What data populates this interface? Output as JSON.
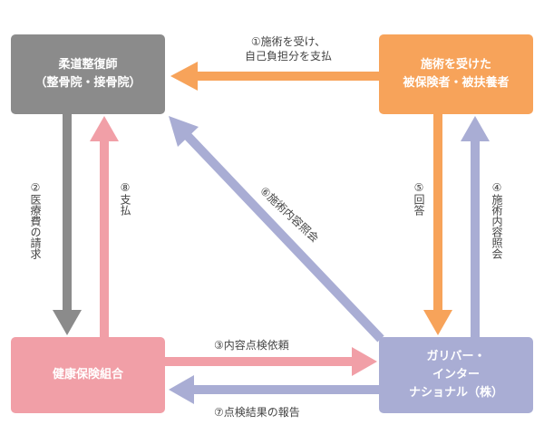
{
  "nodes": {
    "judo": {
      "line1": "柔道整復師",
      "line2": "（整骨院・接骨院）",
      "color": "#8b8b8b"
    },
    "insured": {
      "line1": "施術を受けた",
      "line2": "被保険者・被扶養者",
      "color": "#f7a35a"
    },
    "kumiai": {
      "line1": "健康保険組合",
      "color": "#f19fa7"
    },
    "gulliver": {
      "line1": "ガリバー・",
      "line2": "インター",
      "line3": "ナショナル（株）",
      "color": "#a9add4"
    }
  },
  "edges": {
    "e1": {
      "line1": "①施術を受け、",
      "line2": "自己負担分を支払"
    },
    "e2": {
      "label": "②医療費の請求"
    },
    "e3": {
      "label": "③内容点検依頼"
    },
    "e4": {
      "label": "④施術内容照会"
    },
    "e5": {
      "label": "⑤回答"
    },
    "e6": {
      "label": "⑥施術内容照会"
    },
    "e7": {
      "label": "⑦点検結果の報告"
    },
    "e8": {
      "label": "⑧支払"
    }
  }
}
